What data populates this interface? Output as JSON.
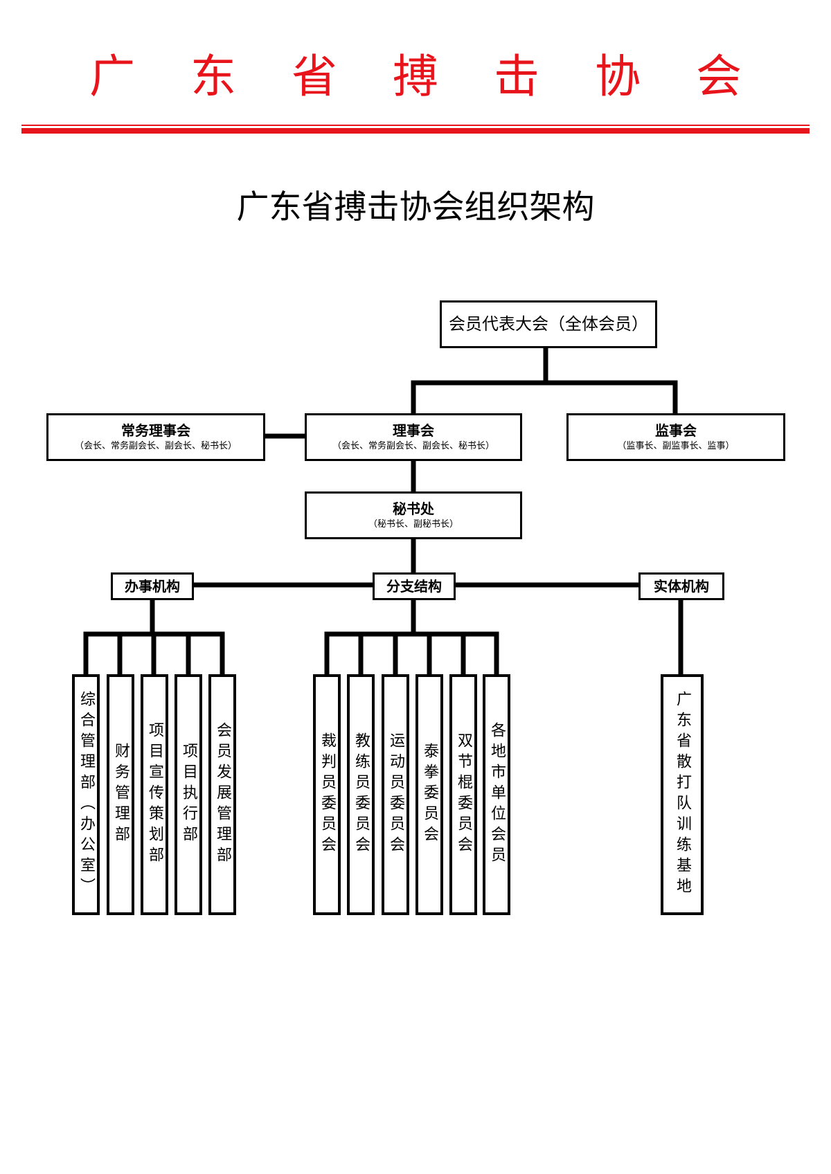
{
  "header": {
    "association_name": "广东省搏击协会"
  },
  "document": {
    "title": "广东省搏击协会组织架构"
  },
  "chart": {
    "top": {
      "label": "会员代表大会（全体会员）"
    },
    "standing_council": {
      "label": "常务理事会",
      "members": "（会长、常务副会长、副会长、秘书长）"
    },
    "council": {
      "label": "理事会",
      "members": "（会长、常务副会长、副会长、秘书长）"
    },
    "supervisory": {
      "label": "监事会",
      "members": "（监事长、副监事长、监事）"
    },
    "secretariat": {
      "label": "秘书处",
      "members": "（秘书长、副秘书长）"
    },
    "office_units": {
      "label": "办事机构",
      "children": [
        "综合管理部（办公室）",
        "财务管理部",
        "项目宣传策划部",
        "项目执行部",
        "会员发展管理部"
      ]
    },
    "branch_units": {
      "label": "分支结构",
      "children": [
        "裁判员委员会",
        "教练员委员会",
        "运动员委员会",
        "泰拳委员会",
        "双节棍委员会",
        "各地市单位会员"
      ]
    },
    "entity_units": {
      "label": "实体机构",
      "children": [
        "广东省散打队训练基地"
      ]
    }
  }
}
